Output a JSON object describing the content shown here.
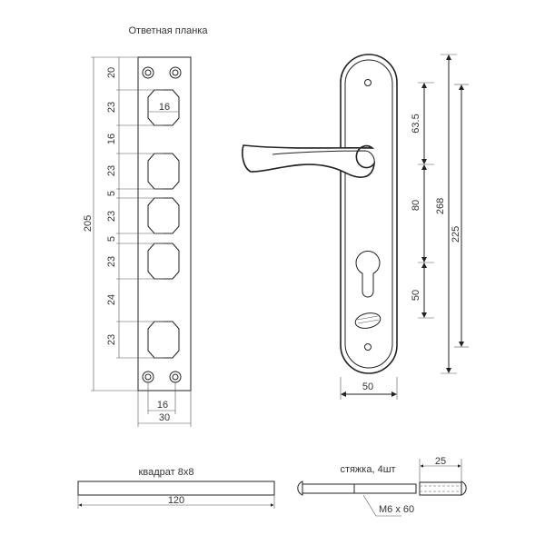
{
  "strike_plate": {
    "title": "Ответная планка",
    "overall_height": "205",
    "segments": [
      "20",
      "23",
      "16",
      "23",
      "5",
      "23",
      "5",
      "23",
      "24",
      "23"
    ],
    "slot_width": "16",
    "hole_spacing": "16",
    "width": "30"
  },
  "handle": {
    "dims": {
      "top": "63.5",
      "middle": "80",
      "bottom": "50",
      "total": "268",
      "screws": "225",
      "width": "50"
    }
  },
  "spindle": {
    "label": "квадрат 8x8",
    "length": "120"
  },
  "bolt": {
    "label": "стяжка, 4шт",
    "size": "M6 x 60",
    "sleeve_length": "25"
  }
}
